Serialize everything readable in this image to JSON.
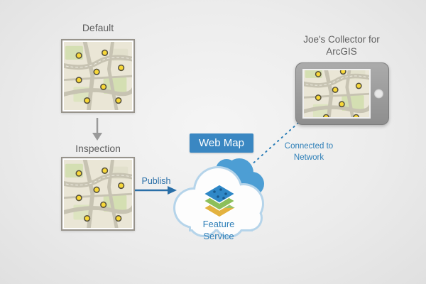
{
  "labels": {
    "default": "Default",
    "inspection": "Inspection",
    "publish": "Publish",
    "web_map": "Web Map",
    "feature_service": "Feature Service",
    "connected_to_network": "Connected to Network",
    "device": "Joe's Collector for ArcGIS"
  },
  "icons": {
    "down_arrow": "down-arrow-icon",
    "publish_arrow": "publish-arrow-icon",
    "cloud": "cloud-icon",
    "feature_layers": "feature-layers-icon",
    "network_link": "dotted-network-link",
    "home_button": "tablet-home-button"
  },
  "colors": {
    "accent_blue": "#2e7fb8",
    "banner_blue": "#3a87c2",
    "cloud_blue": "#4d9ed4",
    "text_gray": "#5e5e5e",
    "arrow_gray": "#9a9a9a",
    "map_point_yellow": "#f8d838"
  }
}
